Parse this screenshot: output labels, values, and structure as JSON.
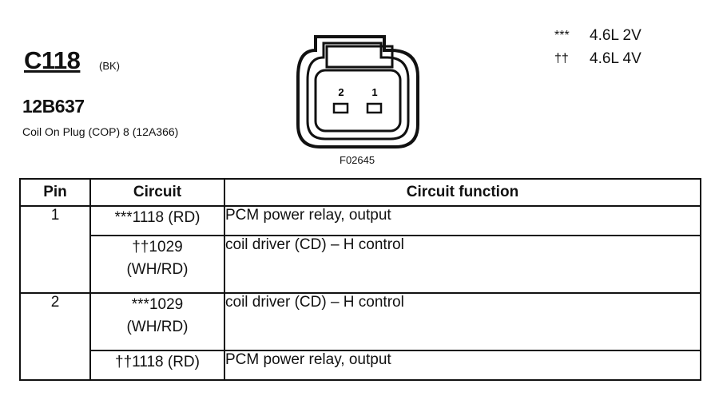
{
  "connector": {
    "id": "C118",
    "color": "(BK)",
    "part_number": "12B637",
    "description": "Coil On Plug (COP) 8 (12A366)"
  },
  "legend": [
    {
      "symbol": "***",
      "text": "4.6L 2V"
    },
    {
      "symbol": "††",
      "text": "4.6L 4V"
    }
  ],
  "diagram": {
    "pin_label_2": "2",
    "pin_label_1": "1",
    "figure_id": "F02645"
  },
  "table": {
    "headers": {
      "pin": "Pin",
      "circuit": "Circuit",
      "function": "Circuit function"
    },
    "rows": [
      {
        "pin": "1",
        "circuit_line1": "***1118 (RD)",
        "circuit_line2": "",
        "function": "PCM power relay, output"
      },
      {
        "pin": "",
        "circuit_line1": "††1029",
        "circuit_line2": "(WH/RD)",
        "function": "coil driver (CD) – H control"
      },
      {
        "pin": "2",
        "circuit_line1": "***1029",
        "circuit_line2": "(WH/RD)",
        "function": "coil driver (CD) – H control"
      },
      {
        "pin": "",
        "circuit_line1": "††1118 (RD)",
        "circuit_line2": "",
        "function": "PCM power relay, output"
      }
    ]
  }
}
